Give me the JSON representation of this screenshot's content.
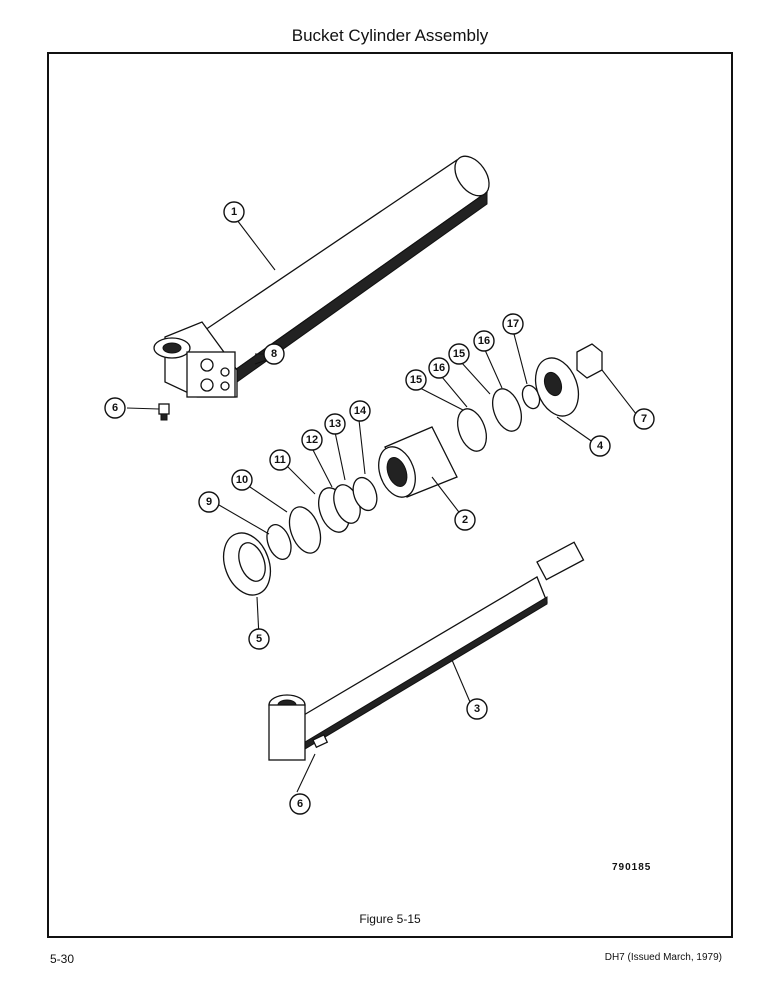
{
  "title": "Bucket Cylinder Assembly",
  "figure_caption": "Figure 5-15",
  "drawing_number": "790185",
  "page_number": "5-30",
  "issue_note": "DH7 (Issued March, 1979)",
  "callouts": [
    "1",
    "2",
    "3",
    "4",
    "5",
    "6",
    "6",
    "7",
    "8",
    "9",
    "10",
    "11",
    "12",
    "13",
    "14",
    "15",
    "15",
    "16",
    "16",
    "17"
  ]
}
